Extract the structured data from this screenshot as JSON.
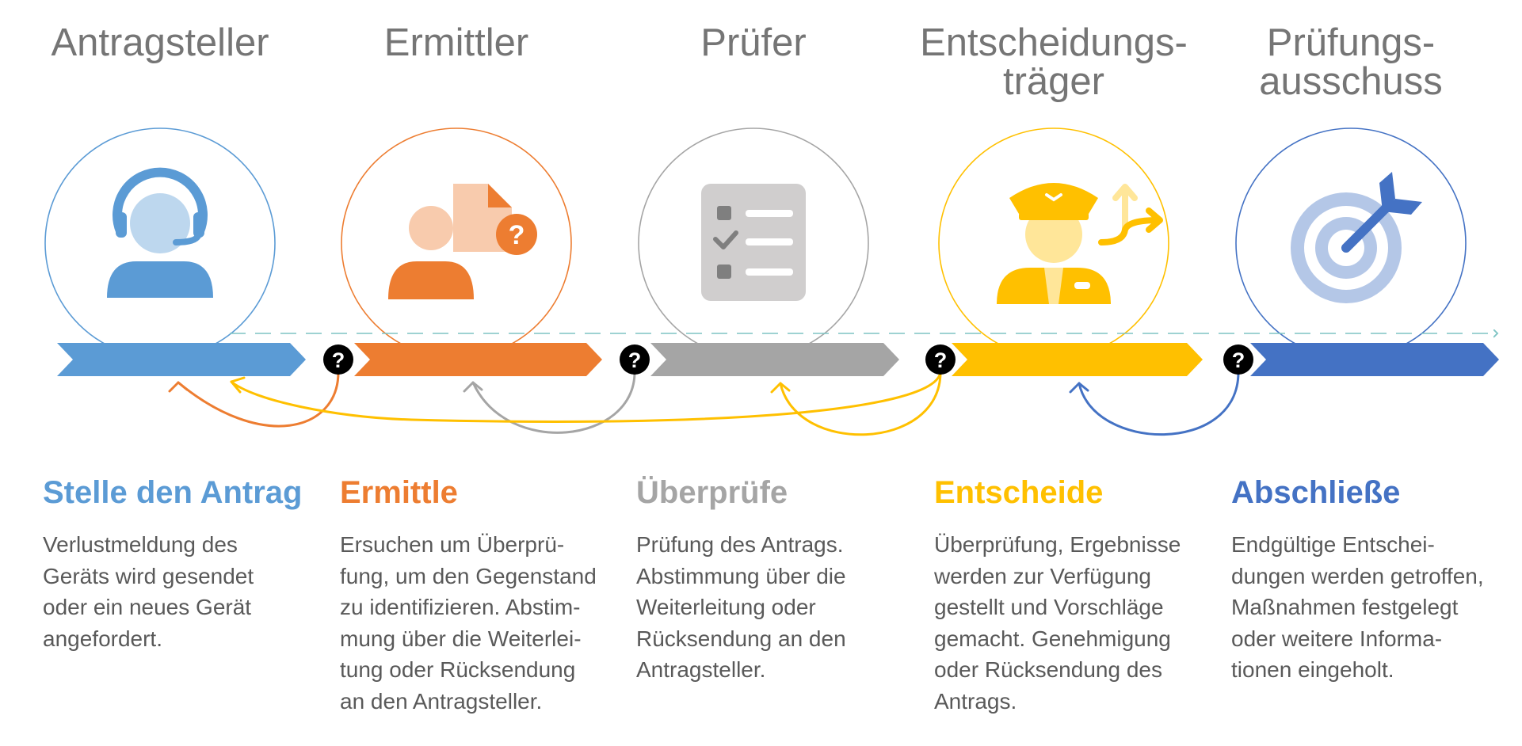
{
  "steps": [
    {
      "id": "antragsteller",
      "title_lines": [
        "Antragsteller"
      ],
      "heading": "Stelle den Antrag",
      "description_lines": [
        "Verlustmeldung des",
        "Geräts wird gesendet",
        "oder ein neues Gerät",
        "angefordert."
      ],
      "color": "#5B9BD5",
      "icon": "support-agent-icon"
    },
    {
      "id": "ermittler",
      "title_lines": [
        "Ermittler"
      ],
      "heading": "Ermittle",
      "description_lines": [
        "Ersuchen um Überprü-",
        "fung, um den Gegenstand",
        "zu identifizieren. Abstim-",
        "mung über die Weiterlei-",
        "tung oder Rücksendung",
        "an den Antragsteller."
      ],
      "color": "#ED7D31",
      "icon": "person-document-question-icon"
    },
    {
      "id": "pruefer",
      "title_lines": [
        "Prüfer"
      ],
      "heading": "Überprüfe",
      "description_lines": [
        "Prüfung des Antrags.",
        "Abstimmung über die",
        "Weiterleitung oder",
        "Rücksendung an den",
        "Antragsteller."
      ],
      "color": "#A5A5A5",
      "icon": "checklist-icon"
    },
    {
      "id": "entscheidungstraeger",
      "title_lines": [
        "Entscheidungs-",
        "träger"
      ],
      "heading": "Entscheide",
      "description_lines": [
        "Überprüfung, Ergebnisse",
        "werden zur Verfügung",
        "gestellt und Vorschläge",
        "gemacht. Genehmigung",
        "oder Rücksendung des",
        "Antrags."
      ],
      "color": "#FFC000",
      "icon": "officer-decision-icon"
    },
    {
      "id": "pruefungsausschuss",
      "title_lines": [
        "Prüfungs-",
        "ausschuss"
      ],
      "heading": "Abschließe",
      "description_lines": [
        "Endgültige Entschei-",
        "dungen werden getroffen,",
        "Maßnahmen festgelegt",
        "oder weitere Informa-",
        "tionen eingeholt."
      ],
      "color": "#4472C4",
      "icon": "target-dart-icon"
    }
  ],
  "decision_points": [
    {
      "symbol": "?",
      "icon": "question-circle-icon"
    },
    {
      "symbol": "?",
      "icon": "question-circle-icon"
    },
    {
      "symbol": "?",
      "icon": "question-circle-icon"
    },
    {
      "symbol": "?",
      "icon": "question-circle-icon"
    }
  ],
  "return_arrows": [
    {
      "from_decision": 0,
      "to_step": 0,
      "color": "#ED7D31"
    },
    {
      "from_decision": 1,
      "to_step": 1,
      "color": "#A5A5A5"
    },
    {
      "from_decision": 2,
      "to_step": 0,
      "color": "#FFC000"
    },
    {
      "from_decision": 2,
      "to_step": 2,
      "color": "#FFC000"
    },
    {
      "from_decision": 3,
      "to_step": 3,
      "color": "#4472C4"
    }
  ],
  "colors": {
    "title": "#757575",
    "description": "#595959",
    "timeline": "#7FC4C4",
    "marker": "#000000"
  }
}
